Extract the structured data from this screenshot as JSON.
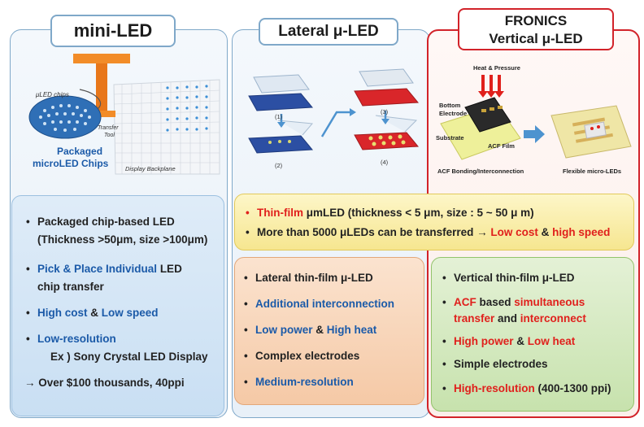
{
  "columns": {
    "mini": {
      "title": "mini-LED",
      "figure": {
        "chips_label": "μLED chips",
        "tool_label": "Transfer Tool",
        "packaged_label_1": "Packaged",
        "packaged_label_2": "microLED Chips",
        "backplane_label": "Display Backplane"
      },
      "bullets": [
        "Packaged chip-based LED",
        "(Thickness >50μm, size >100μm)",
        "Pick & Place Individual",
        " LED",
        "chip transfer",
        "High cost",
        " & ",
        "Low speed",
        "Low-resolution",
        "Ex ) Sony Crystal LED Display",
        "→ Over $100 thousands, 40ppi"
      ]
    },
    "lateral": {
      "title": "Lateral μ-LED",
      "figure": {
        "steps": [
          "(1)",
          "(2)",
          "(3)",
          "(4)"
        ]
      },
      "bullets": [
        "Lateral thin-film μ-LED",
        "Additional interconnection",
        "Low power",
        " & ",
        "High heat",
        "Complex electrodes",
        "Medium-resolution"
      ]
    },
    "vertical": {
      "title_1": "FRONICS",
      "title_2": "Vertical μ-LED",
      "figure": {
        "heat_label": "Heat & Pressure",
        "bottom_label_1": "Bottom",
        "bottom_label_2": "Electrode",
        "substrate_label": "Substrate",
        "acf_label": "ACF Film",
        "caption_left": "ACF Bonding/Interconnection",
        "caption_right": "Flexible micro-LEDs"
      },
      "bullets": [
        "Vertical thin-film μ-LED",
        "ACF",
        " based ",
        "simultaneous",
        "transfer",
        " and ",
        "interconnect",
        "High power",
        " & ",
        "Low heat",
        "Simple electrodes",
        "High-resolution",
        " (400-1300 ppi)"
      ]
    }
  },
  "shared": {
    "line1_a": "Thin-film",
    "line1_b": " μmLED (thickness < 5 μm, size : 5 ~ 50 μ m)",
    "line2_a": "More than 5000 μLEDs can be transferred → ",
    "line2_b": "Low cost",
    "line2_c": " & ",
    "line2_d": "high speed"
  },
  "colors": {
    "blue": "#1b5aa8",
    "red": "#e0201c",
    "panel_border": "#7fa8c9",
    "frame_red": "#d2232a"
  }
}
